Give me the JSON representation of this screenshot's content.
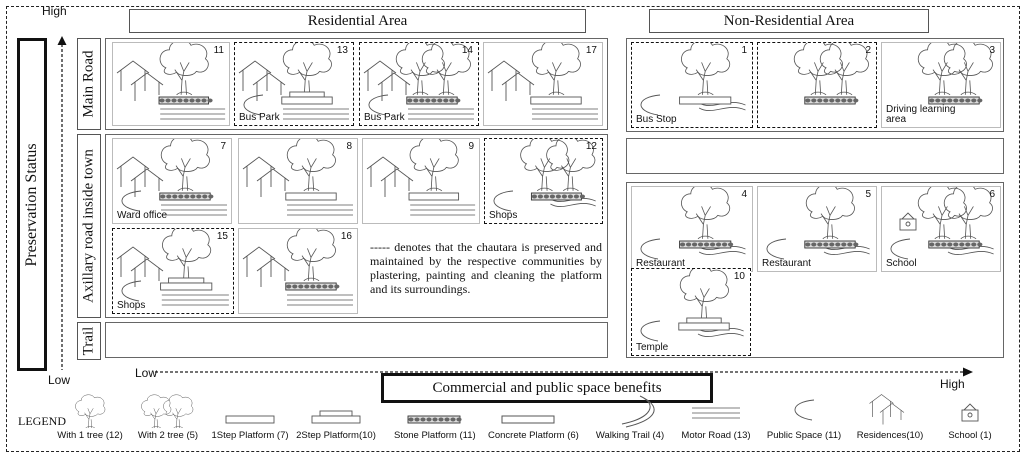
{
  "axis": {
    "y_high": "High",
    "y_low": "Low",
    "y_title": "Preservation Status",
    "x_low": "Low",
    "x_high": "High",
    "x_title": "Commercial and public space benefits"
  },
  "groups": {
    "residential": "Residential Area",
    "non_residential": "Non-Residential Area"
  },
  "rows": {
    "main_road": "Main Road",
    "axillary": "Axillary road inside town",
    "trail": "Trail"
  },
  "cells": [
    {
      "num": "11",
      "label": ""
    },
    {
      "num": "13",
      "label": "Bus Park"
    },
    {
      "num": "14",
      "label": "Bus Park"
    },
    {
      "num": "17",
      "label": ""
    },
    {
      "num": "1",
      "label": "Bus Stop"
    },
    {
      "num": "2",
      "label": ""
    },
    {
      "num": "3",
      "label": "Driving learning area"
    },
    {
      "num": "7",
      "label": "Ward office"
    },
    {
      "num": "8",
      "label": ""
    },
    {
      "num": "9",
      "label": ""
    },
    {
      "num": "12",
      "label": "Shops"
    },
    {
      "num": "15",
      "label": "Shops"
    },
    {
      "num": "16",
      "label": ""
    },
    {
      "num": "4",
      "label": "Restaurant"
    },
    {
      "num": "5",
      "label": "Restaurant"
    },
    {
      "num": "6",
      "label": "School"
    },
    {
      "num": "10",
      "label": "Temple"
    }
  ],
  "note": "----- denotes that the chautara is preserved and maintained by the respective communities by plastering, painting and cleaning the platform and its surroundings.",
  "legend": {
    "title": "LEGEND",
    "items": [
      {
        "icon": "one-tree-icon",
        "label": "With 1 tree (12)"
      },
      {
        "icon": "two-tree-icon",
        "label": "With 2 tree (5)"
      },
      {
        "icon": "one-step-platform-icon",
        "label": "1Step Platform (7)"
      },
      {
        "icon": "two-step-platform-icon",
        "label": "2Step Platform(10)"
      },
      {
        "icon": "stone-platform-icon",
        "label": "Stone Platform (11)"
      },
      {
        "icon": "concrete-platform-icon",
        "label": "Concrete Platform (6)"
      },
      {
        "icon": "walking-trail-icon",
        "label": "Walking Trail (4)"
      },
      {
        "icon": "motor-road-icon",
        "label": "Motor Road (13)"
      },
      {
        "icon": "public-space-icon",
        "label": "Public Space (11)"
      },
      {
        "icon": "residences-icon",
        "label": "Residences(10)"
      },
      {
        "icon": "school-icon",
        "label": "School (1)"
      }
    ]
  }
}
